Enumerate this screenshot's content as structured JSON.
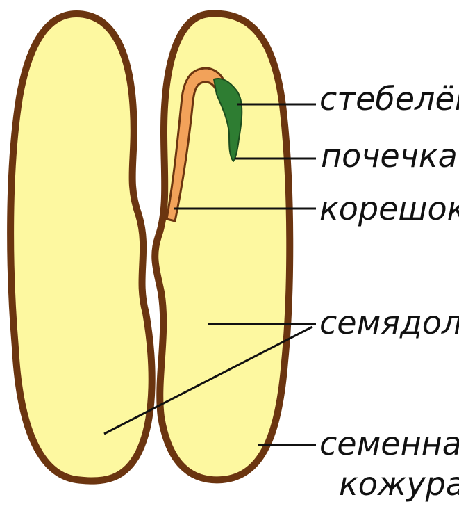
{
  "labels": {
    "stem": "стебелёк",
    "bud": "почечка",
    "root": "корешок",
    "cotyledons": "семядоли",
    "seed_coat_line1": "семенная",
    "seed_coat_line2": "кожура"
  },
  "colors": {
    "seed_coat": "#6b3510",
    "cotyledon": "#fdf8a0",
    "stem": "#f2a25a",
    "bud": "#2e7d32",
    "leader_line": "#111111"
  }
}
